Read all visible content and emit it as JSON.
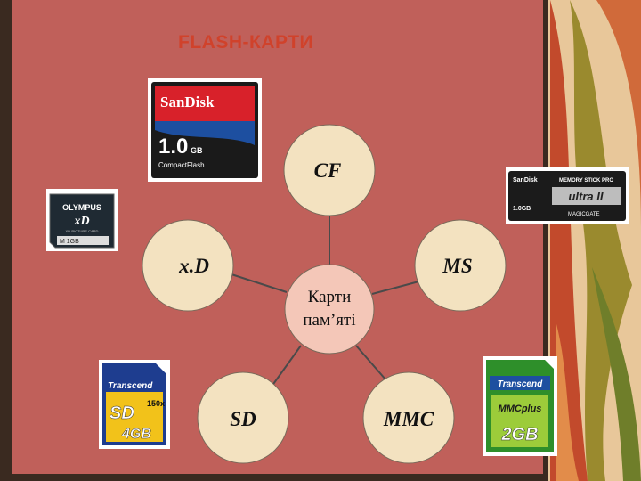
{
  "slide": {
    "title": "FLASH-КАРТИ"
  },
  "diagram": {
    "center": {
      "line1": "Карти",
      "line2": "пам’яті"
    },
    "nodes": {
      "cf": "CF",
      "xd": "x.D",
      "ms": "MS",
      "sd": "SD",
      "mmc": "MMC"
    }
  },
  "cards": {
    "cf": {
      "brand": "SanDisk",
      "capacity": "1.0",
      "unit": "GB",
      "product": "CompactFlash"
    },
    "xd": {
      "brand": "OLYMPUS",
      "logo": "xD",
      "sub": "XD-PICTURE CARD",
      "label": "M 1GB"
    },
    "ms": {
      "brand": "SanDisk",
      "line": "MEMORY STICK PRO",
      "sub": "ultra II",
      "capacity": "1.0GB",
      "gate": "MAGICGATE"
    },
    "sd": {
      "brand": "Transcend",
      "logo": "SD",
      "speed": "150x",
      "capacity": "4GB"
    },
    "mmc": {
      "brand": "Transcend",
      "logo": "MMCplus",
      "capacity": "2GB"
    }
  },
  "colors": {
    "background": "#c0605a",
    "node_fill": "#f3e2c0",
    "center_fill": "#f4c7b8",
    "title": "#d0422b"
  }
}
